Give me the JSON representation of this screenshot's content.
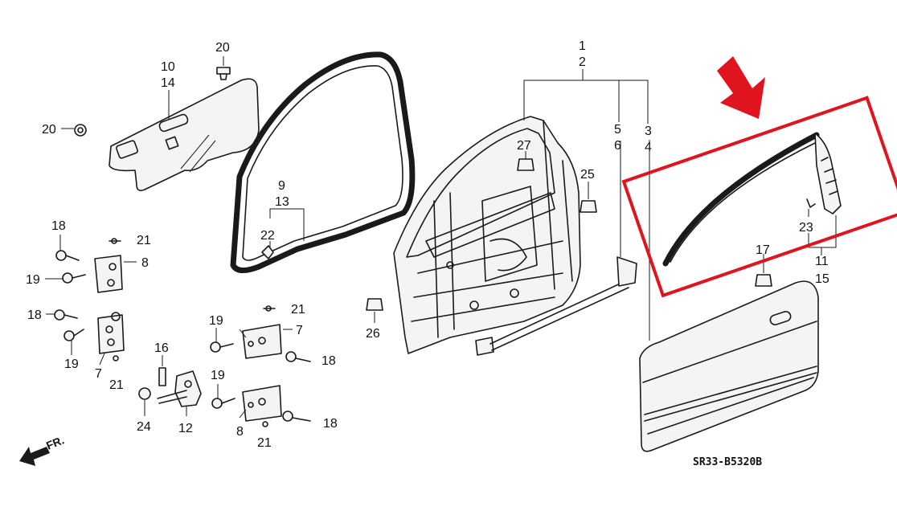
{
  "labels": {
    "l1": "1",
    "l2": "2",
    "l3": "3",
    "l4": "4",
    "l5": "5",
    "l6": "6",
    "l8a": "8",
    "l8b": "8",
    "l7a": "7",
    "l7b": "7",
    "l9": "9",
    "l13": "13",
    "l10": "10",
    "l14": "14",
    "l11": "11",
    "l15": "15",
    "l12": "12",
    "l16": "16",
    "l17": "17",
    "l18a": "18",
    "l18b": "18",
    "l18c": "18",
    "l18d": "18",
    "l19a": "19",
    "l19b": "19",
    "l19c": "19",
    "l19d": "19",
    "l20a": "20",
    "l20b": "20",
    "l21a": "21",
    "l21b": "21",
    "l21c": "21",
    "l21d": "21",
    "l22": "22",
    "l23": "23",
    "l24": "24",
    "l25": "25",
    "l26": "26",
    "l27": "27"
  },
  "direction_label": "FR.",
  "diagram_code": "SR33-B5320B",
  "colors": {
    "highlight": "#e0141e",
    "line": "#1a1a1a",
    "background": "#ffffff"
  }
}
